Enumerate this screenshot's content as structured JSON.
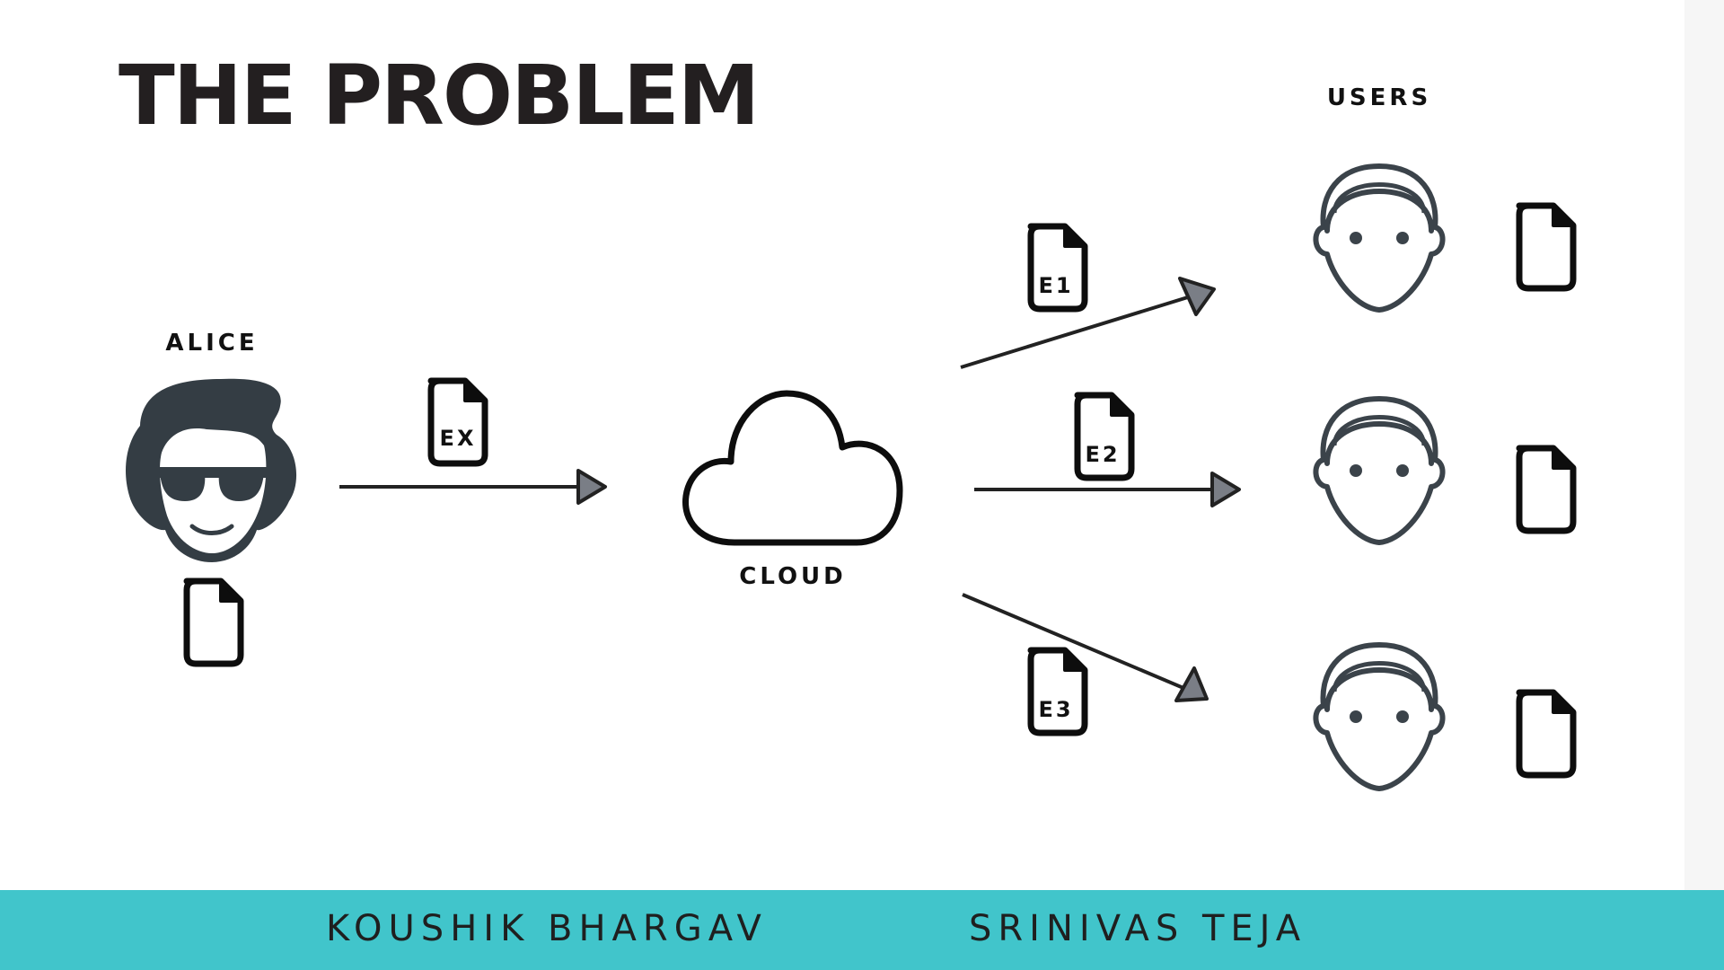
{
  "slide": {
    "title": "THE PROBLEM"
  },
  "labels": {
    "alice": "ALICE",
    "cloud": "CLOUD",
    "users": "USERS"
  },
  "documents": {
    "sent": "EX",
    "encrypted": [
      "E1",
      "E2",
      "E3"
    ]
  },
  "footer": {
    "authors": [
      "KOUSHIK BHARGAV",
      "SRINIVAS TEJA"
    ]
  },
  "colors": {
    "footer_bar": "#41c5cb",
    "alice_icon": "#343d44",
    "user_icon_stroke": "#3b434a",
    "arrow_head": "#7a7e86",
    "title_text": "#231f20"
  },
  "icons": {
    "sender": "alice-sunglasses-icon",
    "storage": "cloud-icon",
    "receiver": "user-face-icon",
    "file": "document-icon"
  }
}
